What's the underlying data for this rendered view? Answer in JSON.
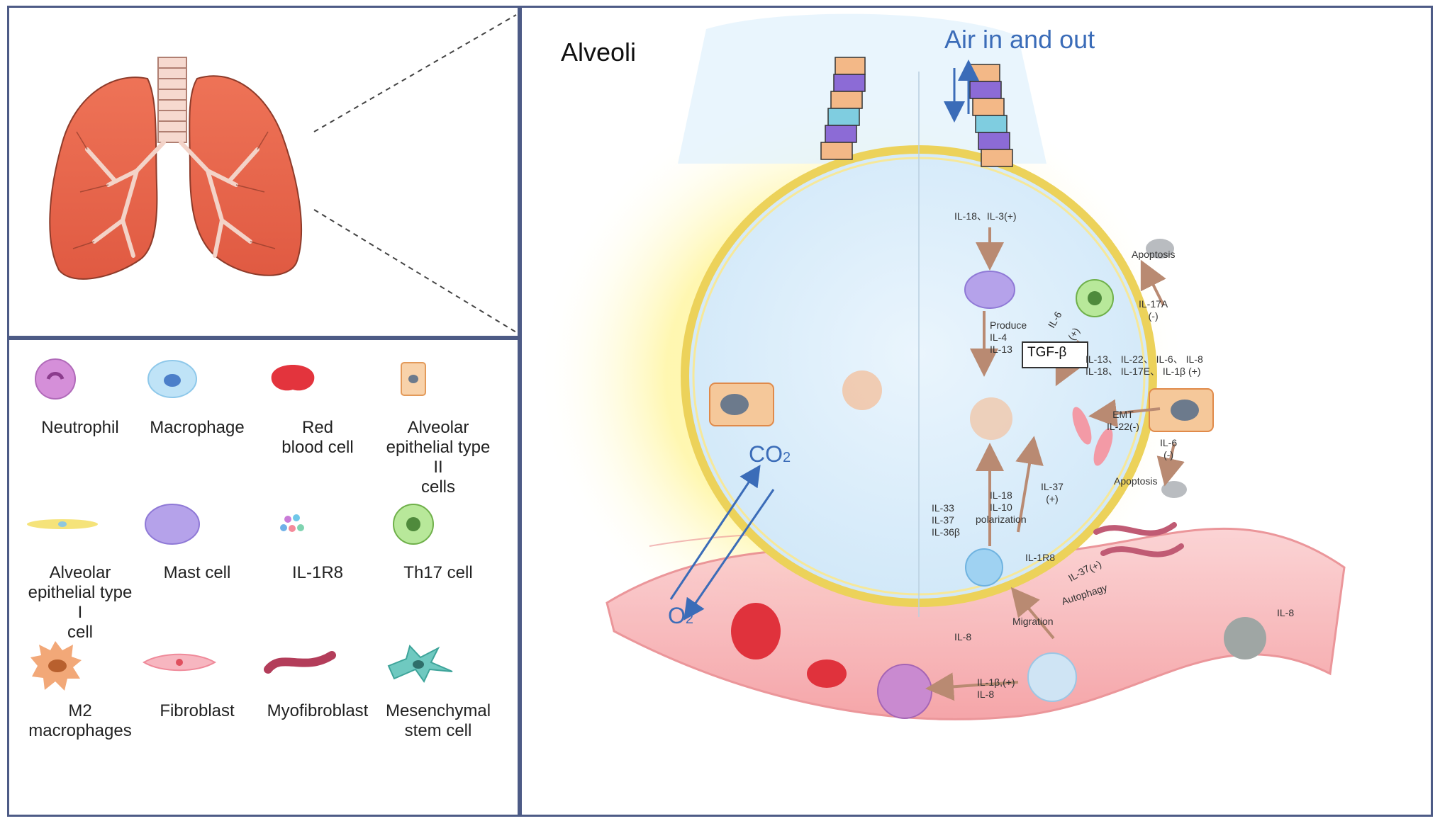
{
  "main": {
    "title": "Alveoli",
    "air_label": "Air in and out",
    "co2": "CO",
    "co2_sub": "2",
    "o2": "O",
    "o2_sub": "2",
    "tgf_beta": "TGF-β"
  },
  "labels": {
    "il18_il3": "IL-18、IL-3(+)",
    "apoptosis_top": "Apoptosis",
    "il17a": "IL-17A\n(-)",
    "produce": "Produce\nIL-4\nIL-13",
    "il6_top": "IL-6",
    "plus_top": "(+)",
    "il13_group": "IL-13、 IL-22、 IL-6、 IL-8\nIL-18、 IL-17E、 IL-1β (+)",
    "emt": "EMT\nIL-22(-)",
    "il6_neg": "IL-6\n(-)",
    "apoptosis_mid": "Apoptosis",
    "il37_plus": "IL-37\n(+)",
    "il18_il10": "IL-18\nIL-10\npolarization",
    "il33_group": "IL-33\nIL-37\nIL-36β",
    "il1r8": "IL-1R8",
    "il37_small": "IL-37",
    "plus_small": "(+)",
    "autophagy": "Autophagy",
    "migration": "Migration",
    "il8_left": "IL-8",
    "il8_right": "IL-8",
    "il1b_il8": "IL-1β,(+)\nIL-8"
  },
  "legend": [
    {
      "icon": "neutrophil-icon",
      "label": "Neutrophil"
    },
    {
      "icon": "macrophage-icon",
      "label": "Macrophage"
    },
    {
      "icon": "red-blood-cell-icon",
      "label": "Red\nblood cell"
    },
    {
      "icon": "alveolar-epithelial-type-ii-icon",
      "label": "Alveolar\nepithelial type II\ncells"
    },
    {
      "icon": "alveolar-epithelial-type-i-icon",
      "label": "Alveolar\nepithelial type I\ncell"
    },
    {
      "icon": "mast-cell-icon",
      "label": "Mast cell"
    },
    {
      "icon": "il-1r8-icon",
      "label": "IL-1R8"
    },
    {
      "icon": "th17-cell-icon",
      "label": "Th17 cell"
    },
    {
      "icon": "m2-macrophage-icon",
      "label": "M2\nmacrophages"
    },
    {
      "icon": "fibroblast-icon",
      "label": "Fibroblast"
    },
    {
      "icon": "myofibroblast-icon",
      "label": "Myofibroblast"
    },
    {
      "icon": "mesenchymal-stem-cell-icon",
      "label": "Mesenchymal\nstem cell"
    }
  ],
  "colors": {
    "border": "#4d5b86",
    "lung": "#e8664c",
    "alveolus_fill": "#d6ecfb",
    "vessel": "#f7a7a9",
    "accent_text": "#3b6cb8",
    "arrow": "#b98a72"
  }
}
